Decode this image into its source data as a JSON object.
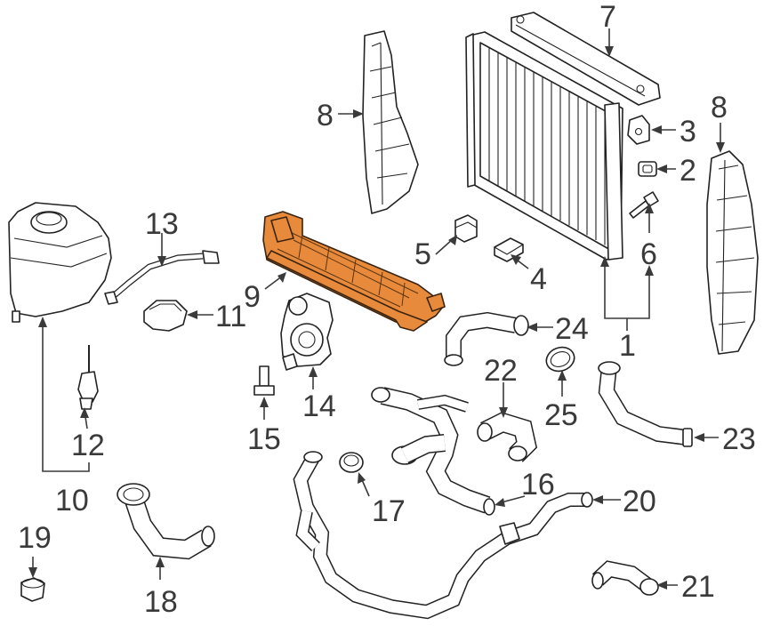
{
  "callouts": [
    {
      "id": "c1",
      "text": "1"
    },
    {
      "id": "c2",
      "text": "2"
    },
    {
      "id": "c3",
      "text": "3"
    },
    {
      "id": "c4",
      "text": "4"
    },
    {
      "id": "c5",
      "text": "5"
    },
    {
      "id": "c6",
      "text": "6"
    },
    {
      "id": "c7",
      "text": "7"
    },
    {
      "id": "c8a",
      "text": "8"
    },
    {
      "id": "c8b",
      "text": "8"
    },
    {
      "id": "c9",
      "text": "9"
    },
    {
      "id": "c10",
      "text": "10"
    },
    {
      "id": "c11",
      "text": "11"
    },
    {
      "id": "c12",
      "text": "12"
    },
    {
      "id": "c13",
      "text": "13"
    },
    {
      "id": "c14",
      "text": "14"
    },
    {
      "id": "c15",
      "text": "15"
    },
    {
      "id": "c16",
      "text": "16"
    },
    {
      "id": "c17",
      "text": "17"
    },
    {
      "id": "c18",
      "text": "18"
    },
    {
      "id": "c19",
      "text": "19"
    },
    {
      "id": "c20",
      "text": "20"
    },
    {
      "id": "c21",
      "text": "21"
    },
    {
      "id": "c22",
      "text": "22"
    },
    {
      "id": "c23",
      "text": "23"
    },
    {
      "id": "c24",
      "text": "24"
    },
    {
      "id": "c25",
      "text": "25"
    }
  ],
  "colors": {
    "highlight": "#E88A3C",
    "line": "#3a3a3a",
    "background": "#ffffff"
  }
}
